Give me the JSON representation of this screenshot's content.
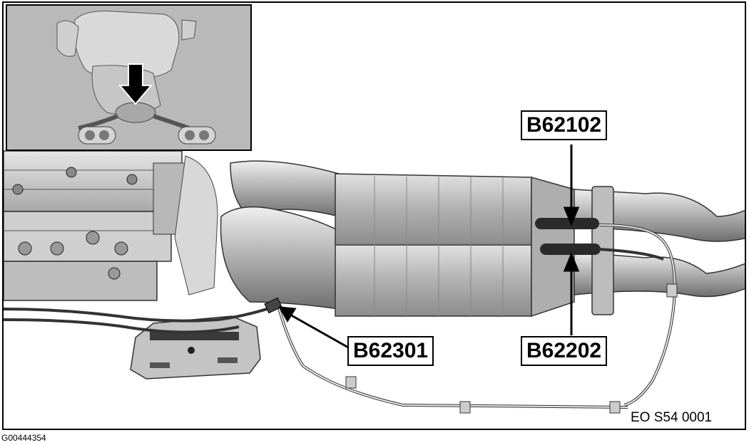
{
  "callouts": {
    "b62102": "B62102",
    "b62202": "B62202",
    "b62301": "B62301"
  },
  "reference_code": "EO S54 0001",
  "figure_id": "G00444354",
  "colors": {
    "line": "#000000",
    "callout_bg": "#ffffff",
    "inset_bg": "#b9b9b9",
    "metal_light": "#d6d6d6",
    "metal_mid": "#a9a9a9",
    "metal_dark": "#6e6e6e"
  }
}
